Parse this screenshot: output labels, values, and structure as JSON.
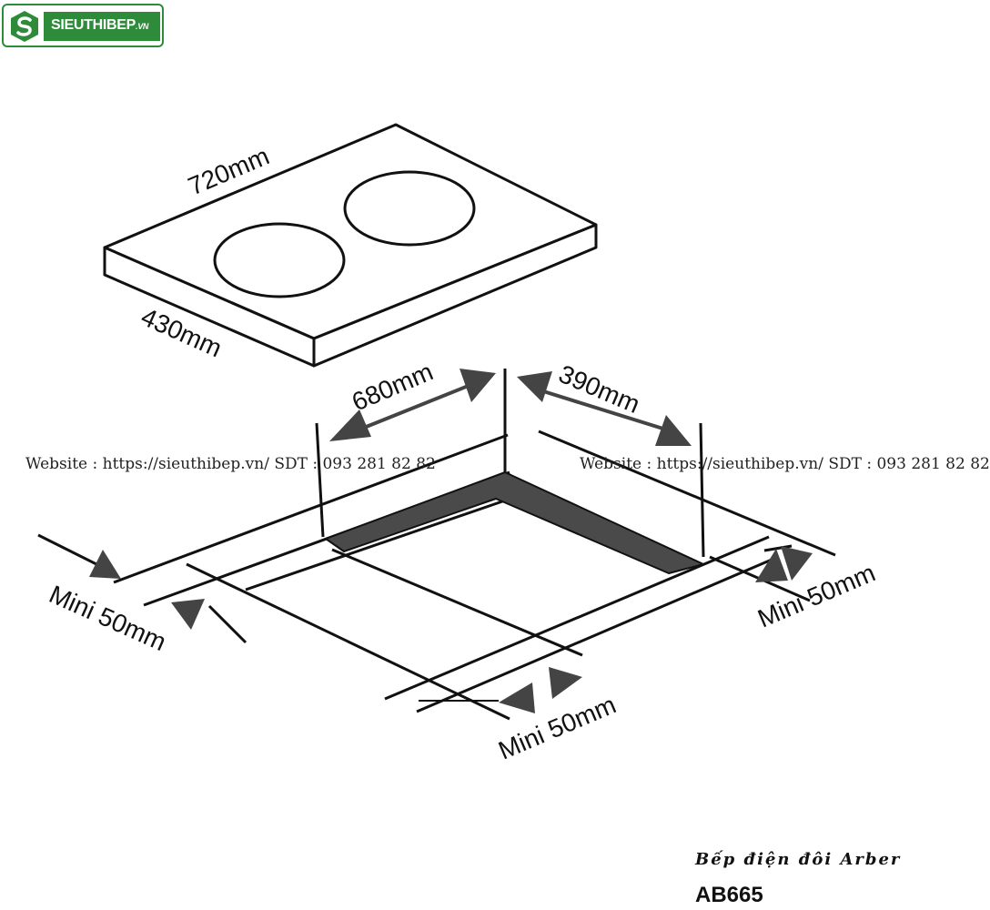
{
  "logo": {
    "brand": "SIEUTHIBEP",
    "suffix": ".VN"
  },
  "diagram": {
    "hob_width": "720mm",
    "hob_depth": "430mm",
    "cutout_width": "680mm",
    "cutout_depth": "390mm",
    "clearance_left": "Mini 50mm",
    "clearance_front": "Mini 50mm",
    "clearance_right": "Mini 50mm"
  },
  "watermark": {
    "left": "Website : https://sieuthibep.vn/     SDT : 093 281 82 82",
    "right": "Website : https://sieuthibep.vn/ SDT : 093 281 82 82"
  },
  "caption": {
    "title": "Bếp điện đôi Arber",
    "model": "AB665"
  },
  "colors": {
    "brand_green": "#2e8b3a",
    "line": "#111111",
    "cutout_band": "#4a4a4a",
    "arrow": "#444444"
  }
}
